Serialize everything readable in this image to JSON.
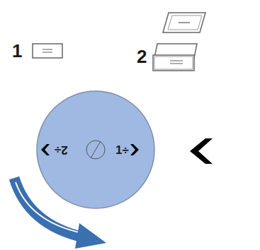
{
  "diagram": {
    "labels": [
      "1",
      "2",
      "2÷",
      "1÷"
    ]
  }
}
